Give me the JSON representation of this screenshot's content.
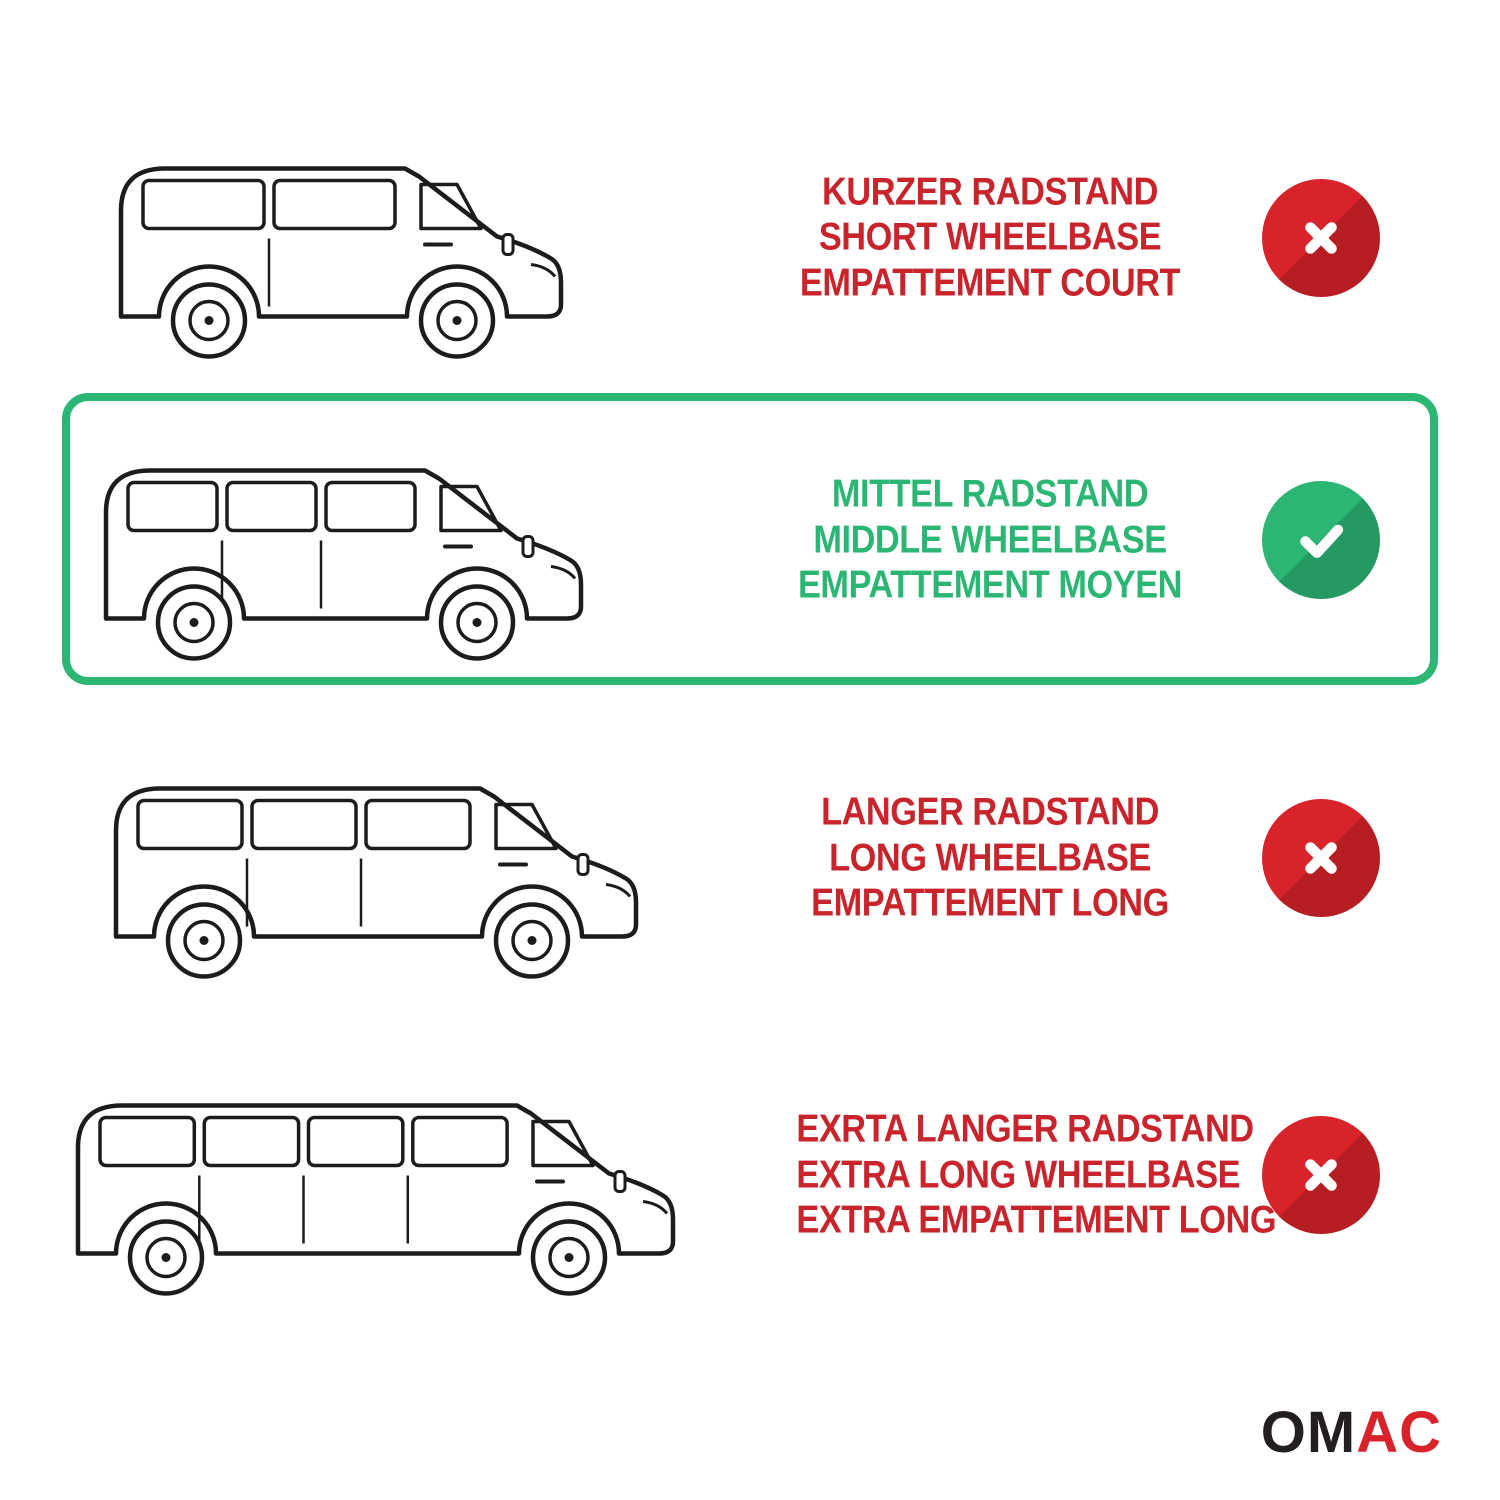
{
  "colors": {
    "outline": "#1c1c1c",
    "red": "#d8232a",
    "green": "#2bb673",
    "red_text": "#c9242b",
    "green_text": "#2bb673",
    "logo_dark": "#231f20",
    "logo_red": "#d8232a"
  },
  "rows": [
    {
      "id": "short-wheelbase",
      "lines": [
        "KURZER RADSTAND",
        "SHORT WHEELBASE",
        "EMPATTEMENT COURT"
      ],
      "status": "no",
      "highlighted": false,
      "van_length": 470
    },
    {
      "id": "middle-wheelbase",
      "lines": [
        "MITTEL RADSTAND",
        "MIDDLE WHEELBASE",
        "EMPATTEMENT MOYEN"
      ],
      "status": "yes",
      "highlighted": true,
      "van_length": 505
    },
    {
      "id": "long-wheelbase",
      "lines": [
        "LANGER RADSTAND",
        "LONG WHEELBASE",
        "EMPATTEMENT LONG"
      ],
      "status": "no",
      "highlighted": false,
      "van_length": 550
    },
    {
      "id": "extra-long-wheelbase",
      "lines": [
        "EXRTA LANGER RADSTAND",
        "EXTRA LONG WHEELBASE",
        "EXTRA EMPATTEMENT LONG"
      ],
      "status": "no",
      "highlighted": false,
      "van_length": 625
    }
  ],
  "logo": {
    "text_dark": "OM",
    "text_red": "AC"
  }
}
